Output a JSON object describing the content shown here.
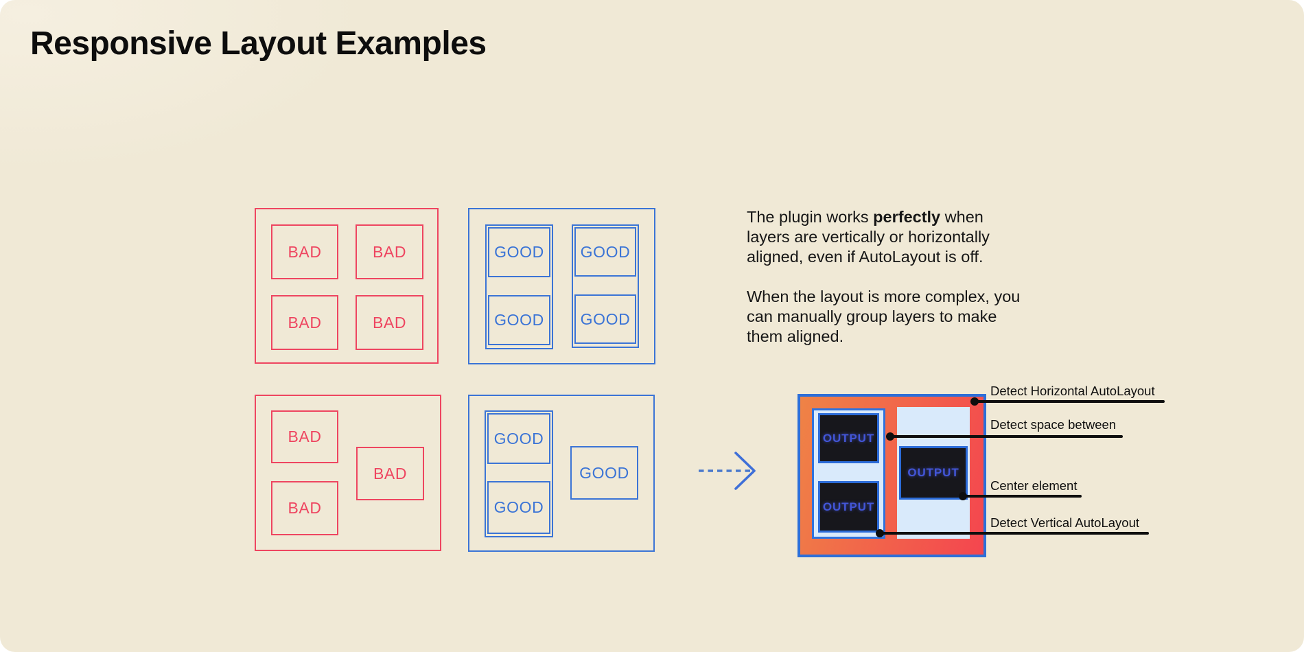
{
  "title": "Responsive Layout Examples",
  "colors": {
    "background": "#F0E9D6",
    "bad_red": "#EE4560",
    "good_blue": "#3B74D6",
    "frame_border_blue": "#2D6FD9",
    "frame_gradient_from": "#EF8346",
    "frame_gradient_to": "#F4454F",
    "panel_light_blue": "#D9EAFB",
    "output_box_dark": "#17171C",
    "output_text_blue": "#4356D8",
    "annotation_black": "#0E0E0E"
  },
  "examples": {
    "bad_grid": {
      "boxes": [
        "BAD",
        "BAD",
        "BAD",
        "BAD"
      ]
    },
    "good_grid": {
      "boxes": [
        "GOOD",
        "GOOD",
        "GOOD",
        "GOOD"
      ]
    },
    "bad_freeform": {
      "boxes": [
        "BAD",
        "BAD",
        "BAD"
      ]
    },
    "good_freeform": {
      "boxes": [
        "GOOD",
        "GOOD",
        "GOOD"
      ]
    }
  },
  "description": {
    "p1_prefix": "The plugin works ",
    "p1_bold": "perfectly",
    "p1_suffix": " when\nlayers are vertically or horizontally\naligned, even if AutoLayout is off.",
    "p2": "When the layout is more complex, you\ncan manually group layers to make\nthem aligned."
  },
  "output_demo": {
    "boxes": [
      "OUTPUT",
      "OUTPUT",
      "OUTPUT"
    ]
  },
  "annotations": [
    {
      "label": "Detect Horizontal AutoLayout"
    },
    {
      "label": "Detect space between"
    },
    {
      "label": "Center element"
    },
    {
      "label": "Detect Vertical AutoLayout"
    }
  ]
}
